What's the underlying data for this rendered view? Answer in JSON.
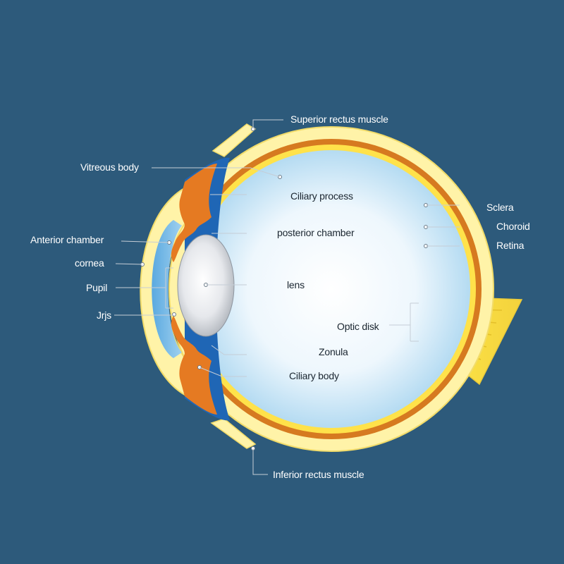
{
  "colors": {
    "background": "#2d5a7b",
    "sclera": "#fff3a8",
    "sclera_edge": "#f2dc6a",
    "choroid": "#d67a20",
    "retina": "#ffe24a",
    "iris": "#e57a22",
    "aqueous": "#1f66b5",
    "vitreous_center": "#ffffff",
    "vitreous_edge": "#a6d4ef",
    "lens": "#d8dbe0",
    "leader_line": "#c5cdd6"
  },
  "labels": {
    "superior_rectus": "Superior rectus muscle",
    "vitreous_body": "Vitreous body",
    "anterior_chamber": "Anterior chamber",
    "cornea": "cornea",
    "pupil": "Pupil",
    "iris": "Jrjs",
    "ciliary_process": "Ciliary process",
    "posterior_chamber": "posterior chamber",
    "lens": "lens",
    "optic_disk": "Optic disk",
    "zonula": "Zonula",
    "ciliary_body": "Ciliary body",
    "sclera": "Sclera",
    "choroid": "Choroid",
    "retina": "Retina",
    "inferior_rectus": "Inferior rectus muscle"
  }
}
